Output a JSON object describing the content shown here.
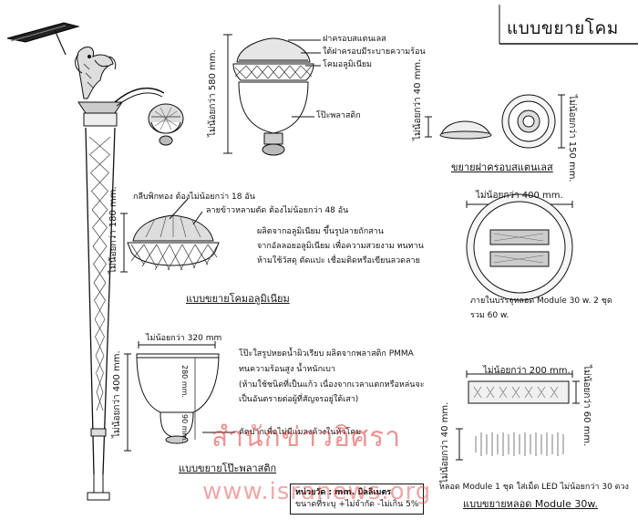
{
  "title": "แบบขยายโคม",
  "pole_lamp_labels": {
    "cover": "ฝาครอบสแตนเลส",
    "cover_vent": "ใต้ฝาครอบมีระบายความร้อน",
    "aluminium": "โคมอลูมิเนียม",
    "plastic_globe": "โป๊ะพลาสติก",
    "height": "ไม่น้อยกว่า 580 mm."
  },
  "cover_detail": {
    "height": "ไม่น้อยกว่า 40 mm.",
    "width": "ไม่น้อยกว่า 150 mm.",
    "caption": "ขยายฝาครอบสแตนเลส"
  },
  "aluminium_detail": {
    "gold_leaf": "กลีบพิกทอง ต้องไม่น้อยกว่า 18 อัน",
    "pattern": "ลายข้าวหลามตัด ต้องไม่น้อยกว่า 48 อัน",
    "height": "ไม่น้อยกว่า 180 mm.",
    "note1": "ผลิตจากอลูมิเนียม ขึ้นรูปลายถักสาน",
    "note2": "จากอัลลอยอลูมิเนียม เพื่อความสวยงาม ทนทาน",
    "note3": "ห้ามใช้วัสดุ ตัดแปะ เชื่อมติดหรือเขียนลวดลาย",
    "caption": "แบบขยายโคมอลูมิเนียม"
  },
  "led_top": {
    "width": "ไม่น้อยกว่า 400 mm.",
    "note1": "ภายในบรรจุหลอด Module 30 w. 2 ชุด",
    "note2": "รวม 60 w."
  },
  "globe_detail": {
    "width": "ไม่น้อยกว่า 320 mm",
    "height": "ไม่น้อยกว่า 400 mm.",
    "inner_h1": "280 mm.",
    "inner_h2": "90 mm.",
    "note1": "โป๊ะใสรูปหยดน้ำผิวเรียบ ผลิตจากพลาสติก PMMA",
    "note2": "ทนความร้อนสูง น้ำหนักเบา",
    "note3": "(ห้ามใช้ชนิดที่เป็นแก้ว เนื่องจากเวลาแตกหรือหล่นจะ",
    "note4": "เป็นอันตรายต่อผู้ที่สัญจรอยู่ใต้เสา)",
    "cap_note": "ตัดปากเพื่อไม่มีแมลงค้างในหัวโคม",
    "caption": "แบบขยายโป๊ะพลาสติก"
  },
  "module": {
    "width": "ไม่น้อยกว่า 200 mm.",
    "height_right": "ไม่น้อยกว่า 60 mm.",
    "height_left": "ไม่น้อยกว่า 40 mm.",
    "note": "หลอด Module 1 ชุด ใส่เม็ด LED ไม่น้อยกว่า 30 ดวง",
    "caption": "แบบขยายหลอด Module 30w."
  },
  "units": {
    "line1": "หน่วยวัด : mm. มิลลิเมตร",
    "line2": "ขนาดที่ระบุ +ไม่จำกัด -ไม่เกิน 5%"
  },
  "watermark": {
    "name": "สำนักข่าวอิศรา",
    "url": "www.isranews.org"
  }
}
